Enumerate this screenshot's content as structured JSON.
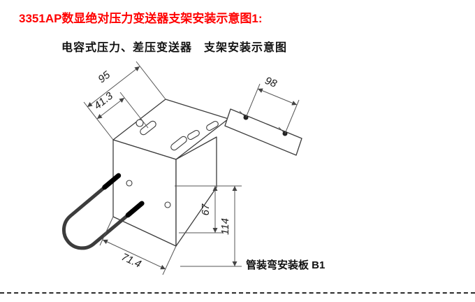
{
  "header": {
    "title": "3351AP数显绝对压力变送器支架安装示意图1:",
    "subtitle": "电容式压力、差压变送器　支架安装示意图"
  },
  "diagram": {
    "caption": "管装弯安装板 B1",
    "dimensions": {
      "d95": "95",
      "d41": "41.3",
      "d98": "98",
      "d67": "67",
      "d114": "114",
      "d71": "71.4"
    }
  },
  "colors": {
    "title_red": "#ff0000",
    "line": "#3c3c3c",
    "dimension_line": "#555555"
  }
}
